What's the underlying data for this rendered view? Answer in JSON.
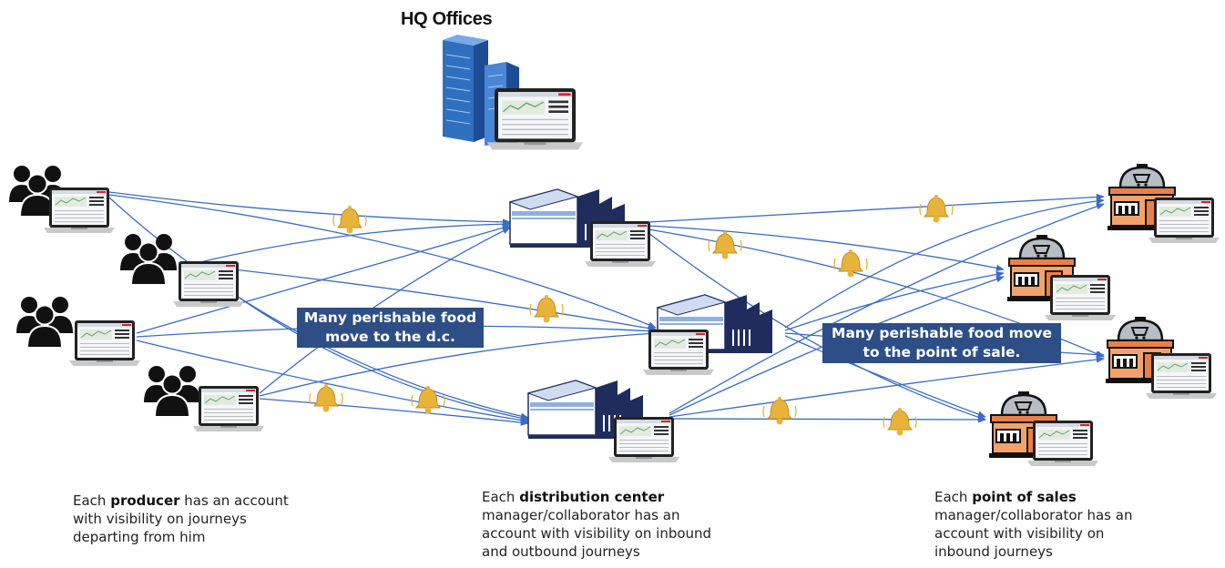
{
  "hq": {
    "title": "HQ Offices"
  },
  "labels": {
    "to_dc_line1": "Many perishable food",
    "to_dc_line2": "move to the d.c.",
    "to_pos_line1": "Many perishable food move",
    "to_pos_line2": "to the point of sale."
  },
  "captions": {
    "producer": {
      "prefix": "Each ",
      "bold": "producer",
      "rest_line1": " has an account",
      "line2": "with visibility on journeys",
      "line3": "departing from him"
    },
    "dc": {
      "prefix": "Each ",
      "bold": "distribution center",
      "line2": "manager/collaborator has an",
      "line3": "account with visibility on inbound",
      "line4": "and outbound journeys"
    },
    "pos": {
      "prefix": "Each ",
      "bold": "point of sales",
      "line2": "manager/collaborator has an",
      "line3": "account with visibility on",
      "line4": "inbound journeys"
    }
  },
  "colors": {
    "arrow": "#3a6cc2",
    "label_bg": "#2d4e86",
    "bell": "#e8b33a",
    "building_blue": "#2f6fc0",
    "warehouse_navy": "#1f2d5c",
    "shop_orange": "#e9804a",
    "person": "#111111"
  },
  "icons": [
    "building-icon",
    "laptop-icon",
    "person-group-icon",
    "warehouse-icon",
    "shop-icon",
    "bell-icon"
  ]
}
